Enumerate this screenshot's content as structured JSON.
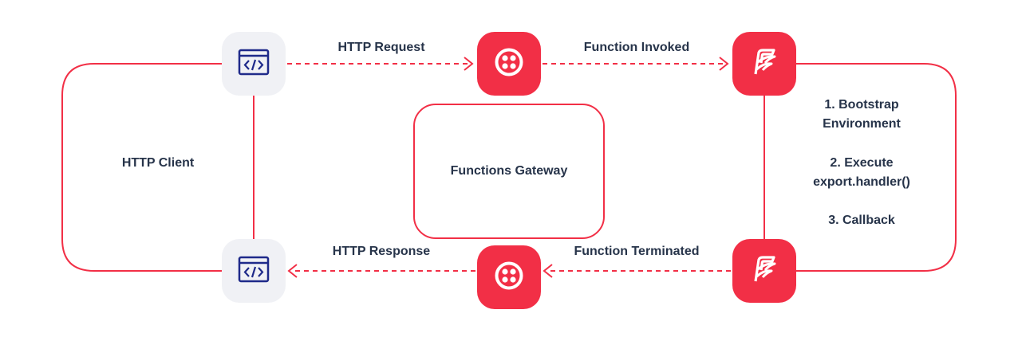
{
  "nodes": {
    "client_top_icon": "browser-code-icon",
    "client_bottom_icon": "browser-code-icon",
    "gateway_top_icon": "twilio-logo-icon",
    "gateway_bottom_icon": "twilio-logo-icon",
    "function_top_icon": "functions-logo-icon",
    "function_bottom_icon": "functions-logo-icon"
  },
  "labels": {
    "http_request": "HTTP Request",
    "function_invoked": "Function Invoked",
    "http_response": "HTTP Response",
    "function_terminated": "Function Terminated",
    "http_client": "HTTP Client",
    "functions_gateway": "Functions Gateway"
  },
  "steps": [
    {
      "line1": "1. Bootstrap",
      "line2": "Environment"
    },
    {
      "line1": "2. Execute",
      "line2": "export.handler()"
    },
    {
      "line1": "3. Callback",
      "line2": ""
    }
  ],
  "colors": {
    "accent": "#f22f46",
    "icon_navy": "#1f2a8a",
    "grey_node": "#f0f1f5",
    "text": "#27344a"
  }
}
